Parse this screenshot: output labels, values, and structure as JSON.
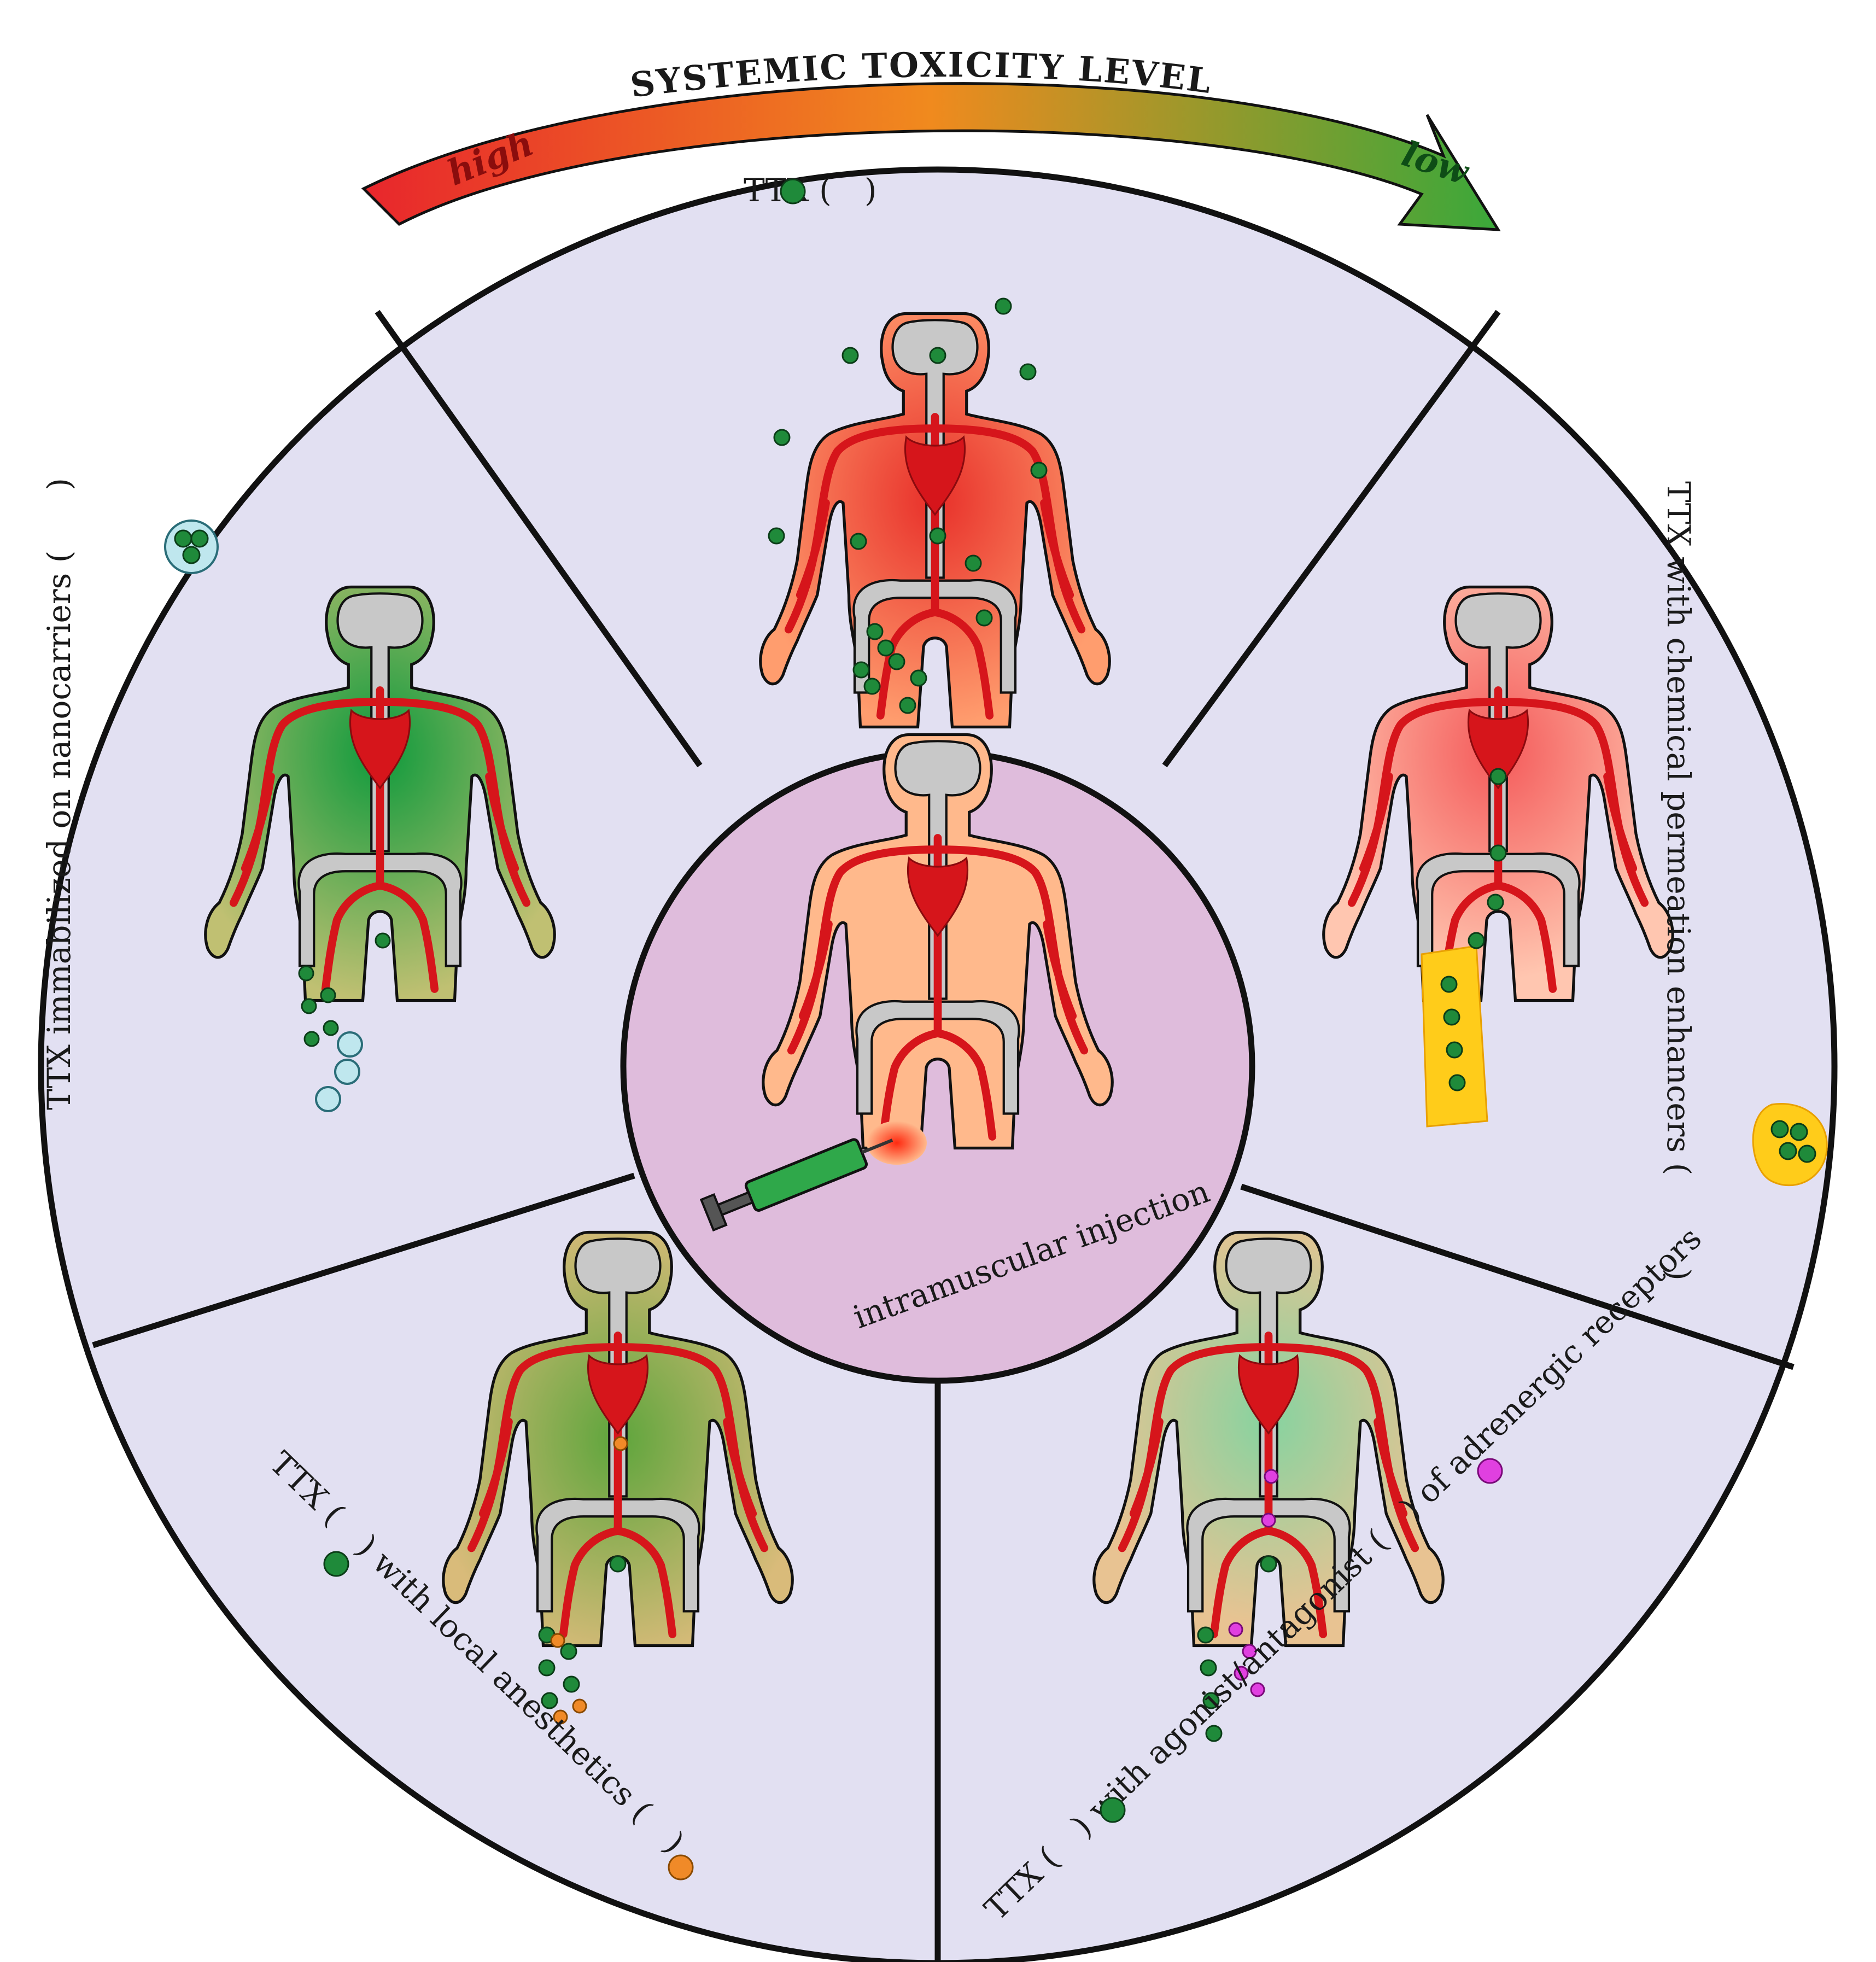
{
  "toxicity_arrow": {
    "title": "SYSTEMIC TOXICITY LEVEL",
    "high_label": "high",
    "low_label": "low",
    "colors": {
      "high": "#e8262c",
      "mid": "#f08a1e",
      "low": "#3aa83a"
    }
  },
  "center": {
    "label": "intramuscular injection",
    "fill": "#dfbcdc",
    "icon": "syringe-icon"
  },
  "segments": {
    "ttx": {
      "label_pre": "TTX (",
      "label_post": ")",
      "body_glow": "#e8302a",
      "marker": "green-dot"
    },
    "chemical": {
      "label_pre": "TTX with chemical permeation enhancers (",
      "label_post": ")",
      "body_glow": "#f24a4a",
      "marker": "green-dot-cluster-yellow"
    },
    "adrenergic": {
      "label_pre": "TTX (",
      "label_mid": ") with agonist/antagonist (",
      "label_post": ") of adrenergic receptors",
      "body_glow": "#7ecf92",
      "marker": "magenta-dot"
    },
    "anesthetics": {
      "label_pre": "TTX (",
      "label_mid": ") with local anesthetics (",
      "label_post": ")",
      "body_glow": "#5aa43a",
      "marker": "orange-dot"
    },
    "nanocarriers": {
      "label_pre": "TTX immabilized on nanocarriers (",
      "label_post": ")",
      "body_glow": "#1f9a3a",
      "marker": "nanocarrier-icon"
    }
  },
  "colors": {
    "segment_bg": "#e2e0f2",
    "outline": "#111111",
    "artery": "#d6151b",
    "spine": "#c8c8c8",
    "skin": "#ffb98c",
    "ttx_dot": "#1f8a3a",
    "anesthetic_dot": "#f08a28",
    "agonist_dot": "#e040e0",
    "enhancer": "#ffcc1a",
    "nanocarrier": "#bfe7ee"
  }
}
